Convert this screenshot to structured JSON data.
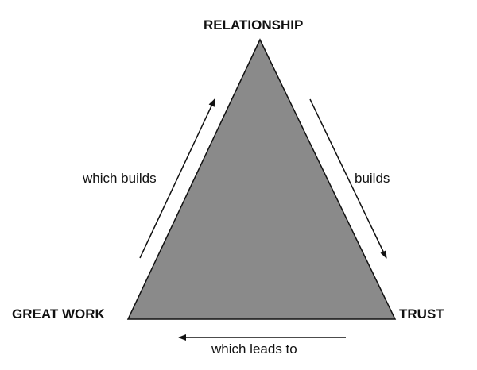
{
  "nodes": {
    "top": "RELATIONSHIP",
    "left": "GREAT WORK",
    "right": "TRUST"
  },
  "edges": {
    "left": "which builds",
    "right": "builds",
    "bottom": "which leads to"
  },
  "colors": {
    "fill": "#8a8a8a",
    "stroke": "#111111"
  }
}
